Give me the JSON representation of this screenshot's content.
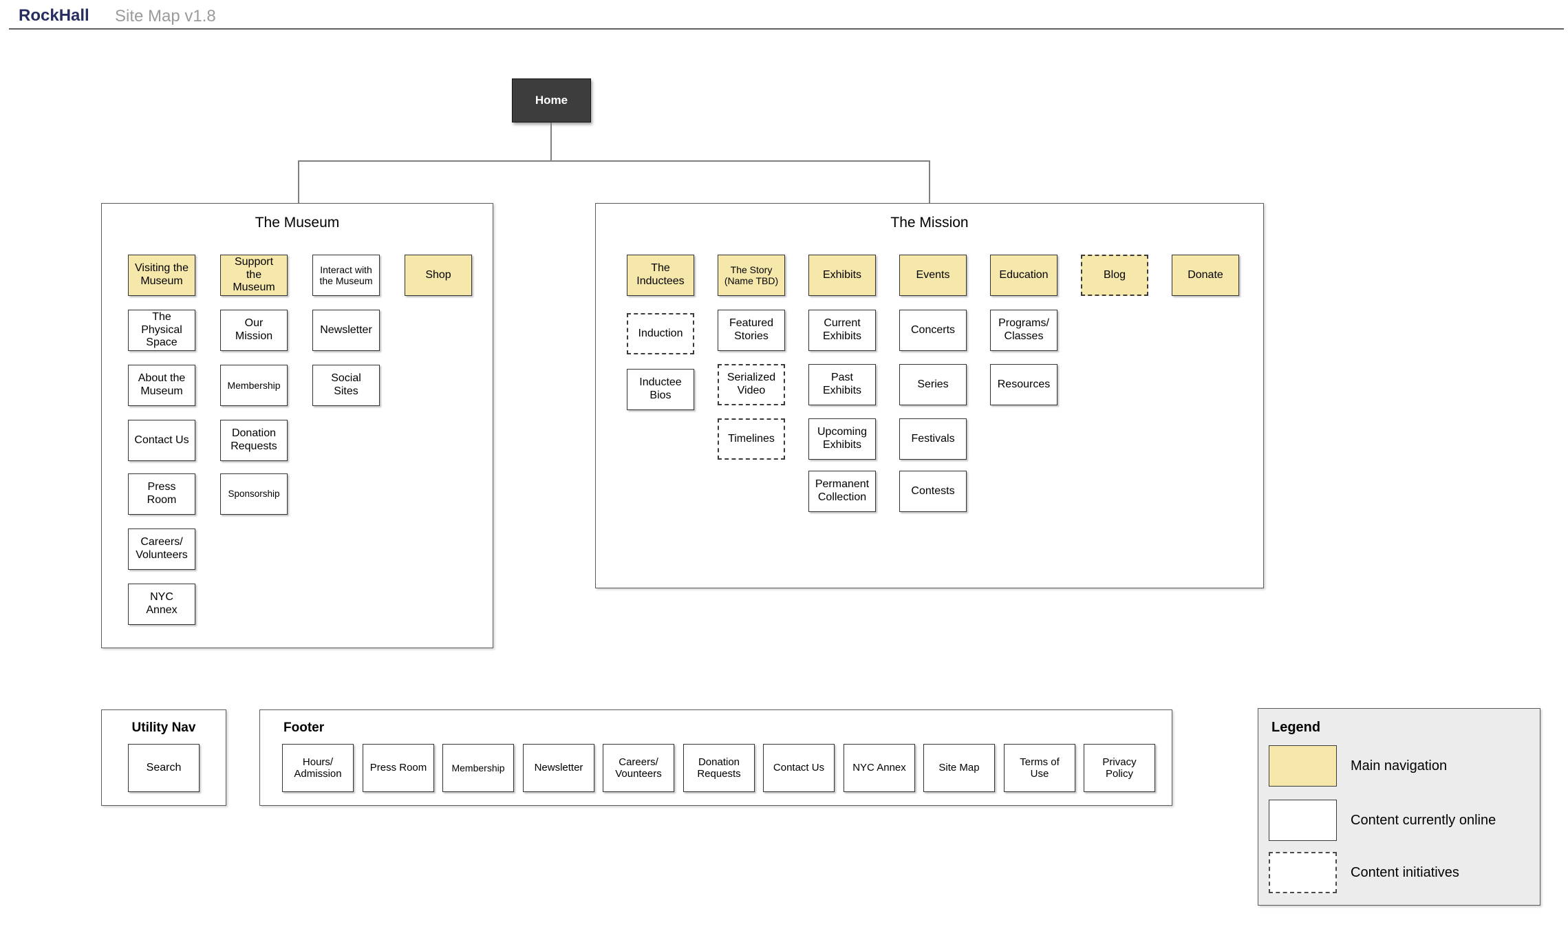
{
  "header": {
    "brand": "RockHall",
    "doc_title": "Site Map v1.8"
  },
  "home": {
    "label": "Home"
  },
  "groups": {
    "museum": {
      "title": "The Museum",
      "columns": [
        [
          {
            "label": "Visiting the\nMuseum",
            "type": "main"
          },
          {
            "label": "The\nPhysical\nSpace",
            "type": "online"
          },
          {
            "label": "About the\nMuseum",
            "type": "online"
          },
          {
            "label": "Contact Us",
            "type": "online"
          },
          {
            "label": "Press\nRoom",
            "type": "online"
          },
          {
            "label": "Careers/\nVolunteers",
            "type": "online"
          },
          {
            "label": "NYC\nAnnex",
            "type": "online"
          }
        ],
        [
          {
            "label": "Support\nthe\nMuseum",
            "type": "main"
          },
          {
            "label": "Our\nMission",
            "type": "online"
          },
          {
            "label": "Membership",
            "type": "online"
          },
          {
            "label": "Donation\nRequests",
            "type": "online"
          },
          {
            "label": "Sponsorship",
            "type": "online"
          }
        ],
        [
          {
            "label": "Interact with\nthe Museum",
            "type": "online"
          },
          {
            "label": "Newsletter",
            "type": "online"
          },
          {
            "label": "Social\nSites",
            "type": "online"
          }
        ],
        [
          {
            "label": "Shop",
            "type": "main"
          }
        ]
      ]
    },
    "mission": {
      "title": "The Mission",
      "columns": [
        [
          {
            "label": "The\nInductees",
            "type": "main"
          },
          {
            "label": "Induction",
            "type": "initiative"
          },
          {
            "label": "Inductee\nBios",
            "type": "online"
          }
        ],
        [
          {
            "label": "The Story\n(Name TBD)",
            "type": "main"
          },
          {
            "label": "Featured\nStories",
            "type": "online"
          },
          {
            "label": "Serialized\nVideo",
            "type": "initiative"
          },
          {
            "label": "Timelines",
            "type": "initiative"
          }
        ],
        [
          {
            "label": "Exhibits",
            "type": "main"
          },
          {
            "label": "Current\nExhibits",
            "type": "online"
          },
          {
            "label": "Past\nExhibits",
            "type": "online"
          },
          {
            "label": "Upcoming\nExhibits",
            "type": "online"
          },
          {
            "label": "Permanent\nCollection",
            "type": "online"
          }
        ],
        [
          {
            "label": "Events",
            "type": "main"
          },
          {
            "label": "Concerts",
            "type": "online"
          },
          {
            "label": "Series",
            "type": "online"
          },
          {
            "label": "Festivals",
            "type": "online"
          },
          {
            "label": "Contests",
            "type": "online"
          }
        ],
        [
          {
            "label": "Education",
            "type": "main"
          },
          {
            "label": "Programs/\nClasses",
            "type": "online"
          },
          {
            "label": "Resources",
            "type": "online"
          }
        ],
        [
          {
            "label": "Blog",
            "type": "main-initiative"
          }
        ],
        [
          {
            "label": "Donate",
            "type": "main"
          }
        ]
      ]
    }
  },
  "utility_nav": {
    "title": "Utility Nav",
    "items": [
      {
        "label": "Search",
        "type": "online"
      }
    ]
  },
  "footer": {
    "title": "Footer",
    "items": [
      {
        "label": "Hours/\nAdmission",
        "type": "online"
      },
      {
        "label": "Press Room",
        "type": "online"
      },
      {
        "label": "Membership",
        "type": "online"
      },
      {
        "label": "Newsletter",
        "type": "online"
      },
      {
        "label": "Careers/\nVounteers",
        "type": "online"
      },
      {
        "label": "Donation\nRequests",
        "type": "online"
      },
      {
        "label": "Contact Us",
        "type": "online"
      },
      {
        "label": "NYC Annex",
        "type": "online"
      },
      {
        "label": "Site Map",
        "type": "online"
      },
      {
        "label": "Terms of\nUse",
        "type": "online"
      },
      {
        "label": "Privacy\nPolicy",
        "type": "online"
      }
    ]
  },
  "legend": {
    "title": "Legend",
    "items": [
      {
        "swatch": "main",
        "label": "Main navigation"
      },
      {
        "swatch": "online",
        "label": "Content currently online"
      },
      {
        "swatch": "initiative",
        "label": "Content initiatives"
      }
    ]
  },
  "colors": {
    "main_navigation": "#F6E8AB",
    "home_fill": "#3D3D3D",
    "brand": "#272E5F",
    "legend_bg": "#ECECEC"
  }
}
